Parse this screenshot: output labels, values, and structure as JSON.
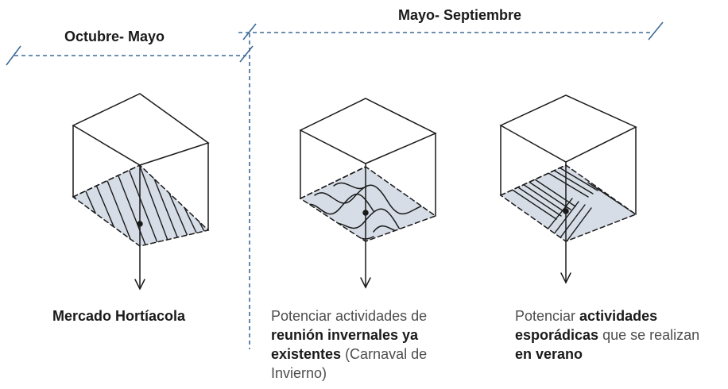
{
  "periods": {
    "left": "Octubre- Mayo",
    "right": "Mayo- Septiembre"
  },
  "captions": {
    "market": "Mercado Hortíacola",
    "winter": {
      "line1": "Potenciar actividades de",
      "line2_bold": "reunión invernales ya",
      "line3_bold": "existentes",
      "line3_rest": " (Carnaval de",
      "line4": "Invierno)"
    },
    "summer": {
      "line1_plain": "Potenciar ",
      "line1_bold": "actividades",
      "line2_bold": "esporádicas",
      "line2_rest": " que se realizan",
      "line3_bold": "en verano"
    }
  },
  "colors": {
    "timeline_dash": "#3d6a99",
    "sketch_stroke": "#1a1a1a",
    "floor_fill": "#d6dde6"
  }
}
